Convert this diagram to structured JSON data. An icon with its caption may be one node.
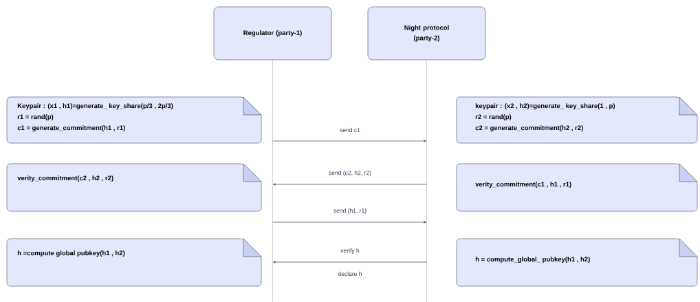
{
  "diagram": {
    "nodes": [
      {
        "text": [
          "Regulator (party-1)"
        ]
      },
      {
        "text": [
          "Night protocol (party-2)"
        ]
      },
      {
        "text": [
          "Keypair : (x1 , h1)=generate_ key_share(p/3 ,  2p/3)",
          "r1 = rand(p)",
          "c1 = generate_commitment(h1 , r1)"
        ]
      },
      {
        "text": [
          "keypair : (x2 , h2)=generate_ key_share(1 , p)",
          "r2 = rand(p)",
          "c2 = generate_commitment(h2 , r2)"
        ]
      },
      {
        "text": [
          "verity_commitment(c2 , h2 , r2)"
        ]
      },
      {
        "text": [
          "verity_commitment(c1 , h1 , r1)"
        ]
      },
      {
        "text": [
          "h =compute global pubkey(h1 , h2)"
        ]
      },
      {
        "text": [
          "h = compute_global_ pubkey(h1 , h2)"
        ]
      }
    ],
    "edges": [
      {
        "from": 0,
        "to": 1,
        "arrow": "to",
        "label": "send c1"
      },
      {
        "from": 1,
        "to": 0,
        "arrow": "to",
        "label": "send (c2, h2, r2)"
      },
      {
        "from": 0,
        "to": 1,
        "arrow": "to",
        "label": "send (h1, r1)"
      },
      {
        "from": 1,
        "to": 0,
        "arrow": "to",
        "label": "verify h"
      }
    ],
    "labels": [
      "declare h"
    ]
  }
}
